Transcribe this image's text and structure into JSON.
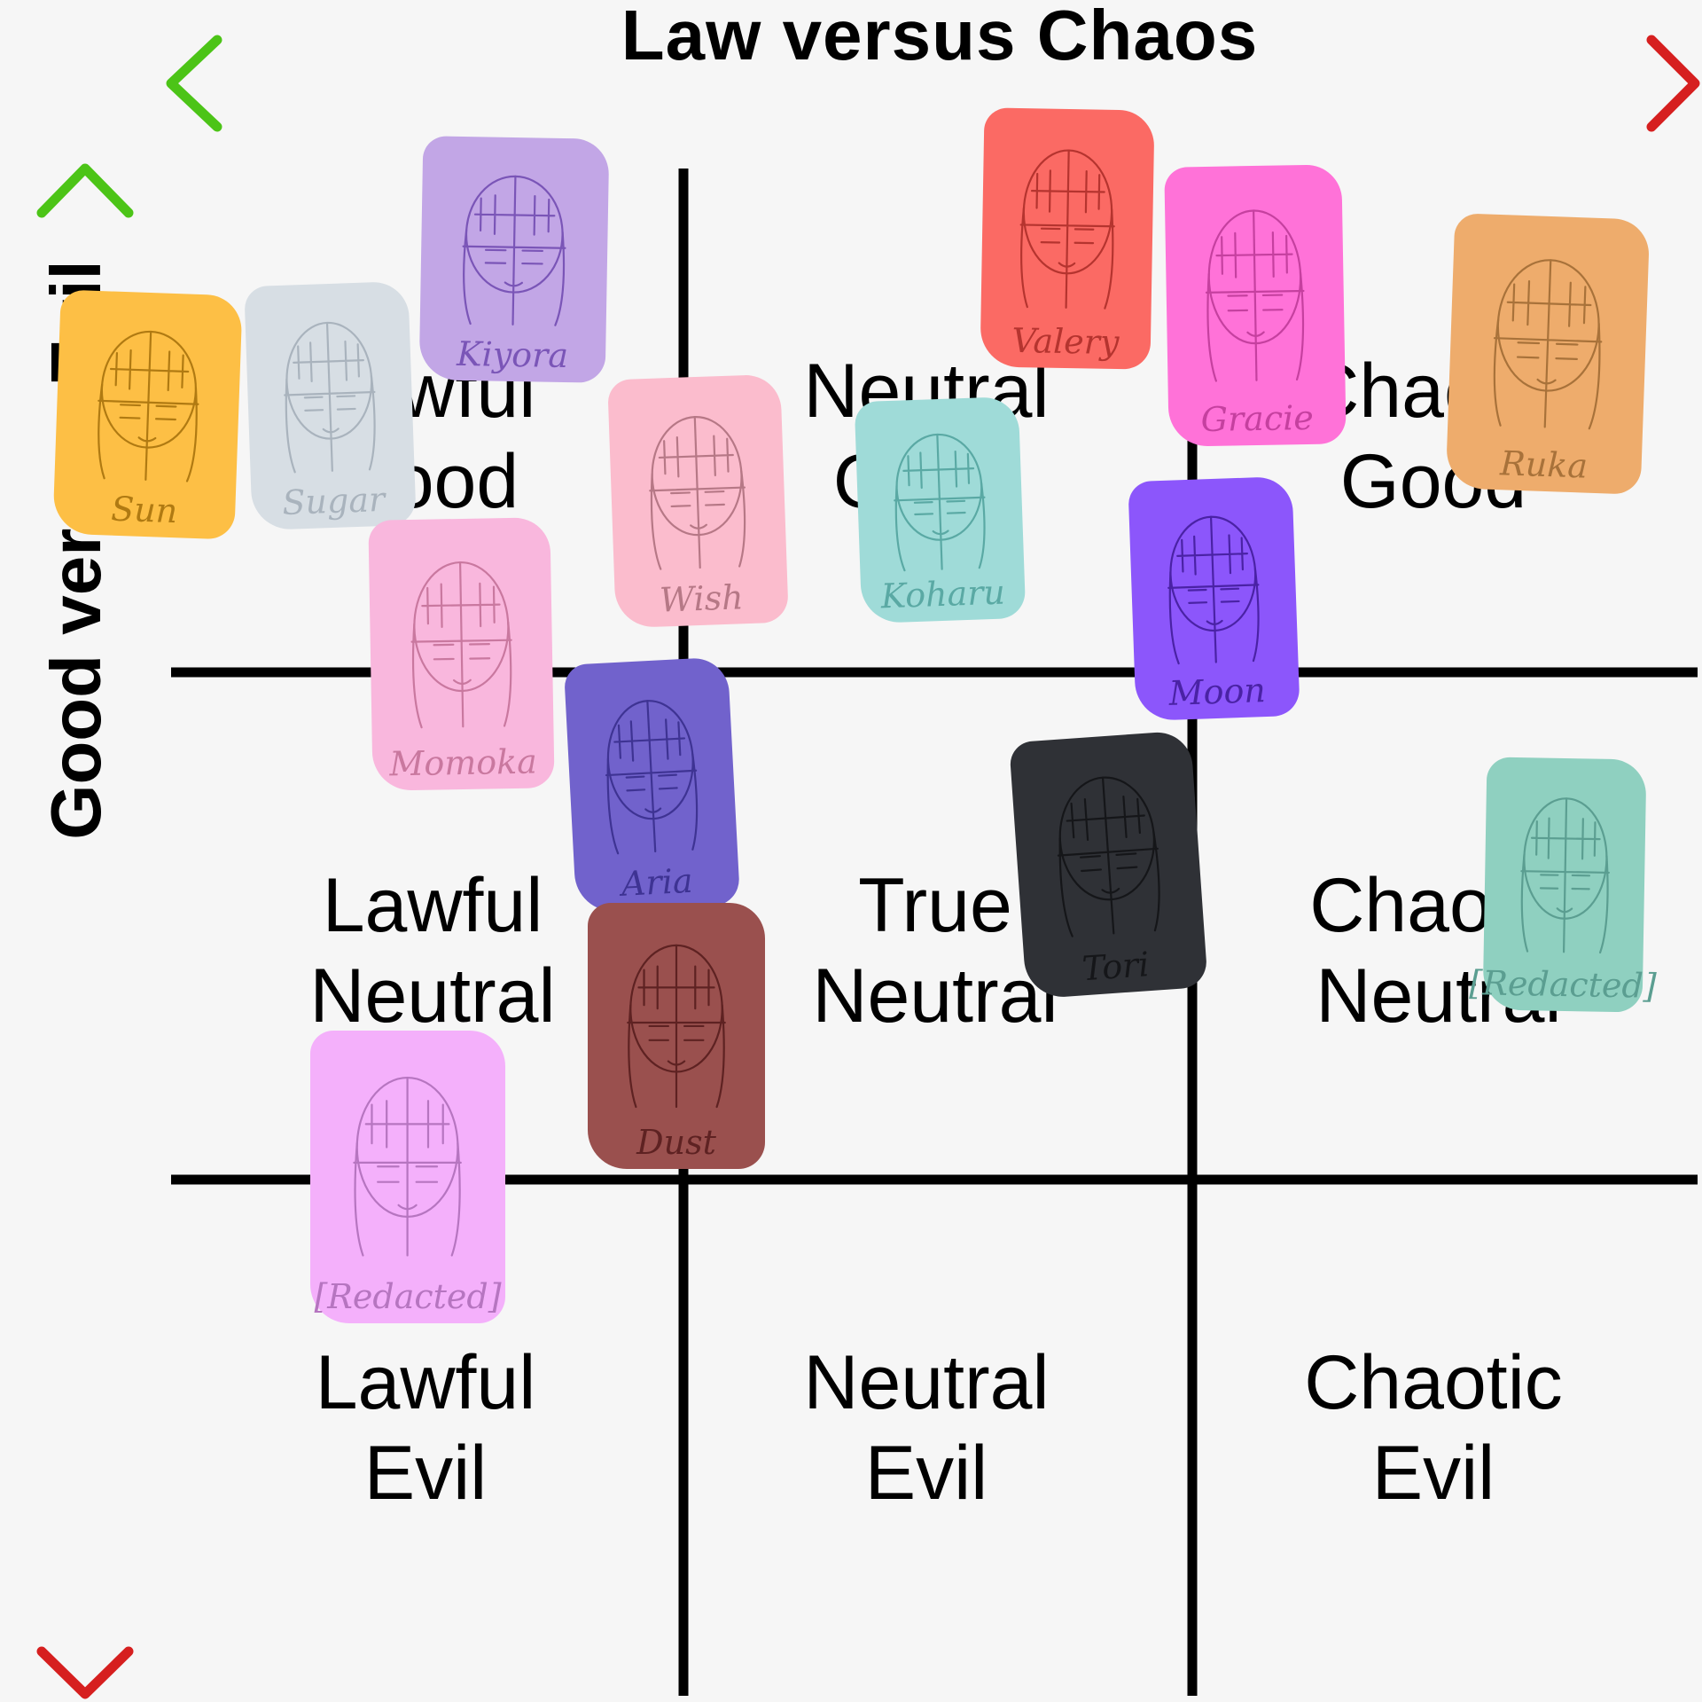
{
  "axes": {
    "horizontal_title": "Law versus Chaos",
    "vertical_title": "Good versus Evil",
    "horizontal_gradient": [
      "#4cc417",
      "#d61f1f"
    ],
    "vertical_gradient": [
      "#4cc417",
      "#d61f1f"
    ]
  },
  "grid_cells": [
    {
      "id": "lawful-good",
      "line1": "Lawful",
      "line2": "Good"
    },
    {
      "id": "neutral-good",
      "line1": "Neutral",
      "line2": "Good"
    },
    {
      "id": "chaotic-good",
      "line1": "Chaotic",
      "line2": "Good"
    },
    {
      "id": "lawful-neutral",
      "line1": "Lawful",
      "line2": "Neutral"
    },
    {
      "id": "true-neutral",
      "line1": "True",
      "line2": "Neutral"
    },
    {
      "id": "chaotic-neutral",
      "line1": "Chaotic",
      "line2": "Neutral"
    },
    {
      "id": "lawful-evil",
      "line1": "Lawful",
      "line2": "Evil"
    },
    {
      "id": "neutral-evil",
      "line1": "Neutral",
      "line2": "Evil"
    },
    {
      "id": "chaotic-evil",
      "line1": "Chaotic",
      "line2": "Evil"
    }
  ],
  "characters": [
    {
      "name": "Sun",
      "color": "#fdbf45",
      "ink": "#b07a12"
    },
    {
      "name": "Sugar",
      "color": "#d7dee4",
      "ink": "#a9b3bd"
    },
    {
      "name": "Kiyora",
      "color": "#c2a6e6",
      "ink": "#7a55b7"
    },
    {
      "name": "Momoka",
      "color": "#f9b7dd",
      "ink": "#c9789f"
    },
    {
      "name": "Wish",
      "color": "#fbbccd",
      "ink": "#b67886"
    },
    {
      "name": "Koharu",
      "color": "#9fdbd8",
      "ink": "#5aa9a4"
    },
    {
      "name": "Valery",
      "color": "#fb6a64",
      "ink": "#b5342f"
    },
    {
      "name": "Gracie",
      "color": "#ff72d8",
      "ink": "#c5409f"
    },
    {
      "name": "Ruka",
      "color": "#eeac6c",
      "ink": "#a8723a"
    },
    {
      "name": "Moon",
      "color": "#8c56fb",
      "ink": "#4a22a5"
    },
    {
      "name": "Aria",
      "color": "#7162cc",
      "ink": "#3e3393"
    },
    {
      "name": "Tori",
      "color": "#2f3136",
      "ink": "#151619"
    },
    {
      "name": "Dust",
      "color": "#9a504e",
      "ink": "#5e2222"
    },
    {
      "name": "[Redacted]",
      "color": "#8fd0c0",
      "ink": "#5b9e91"
    },
    {
      "name": "[Redacted]",
      "color": "#f4b0fb",
      "ink": "#b675c0"
    }
  ]
}
